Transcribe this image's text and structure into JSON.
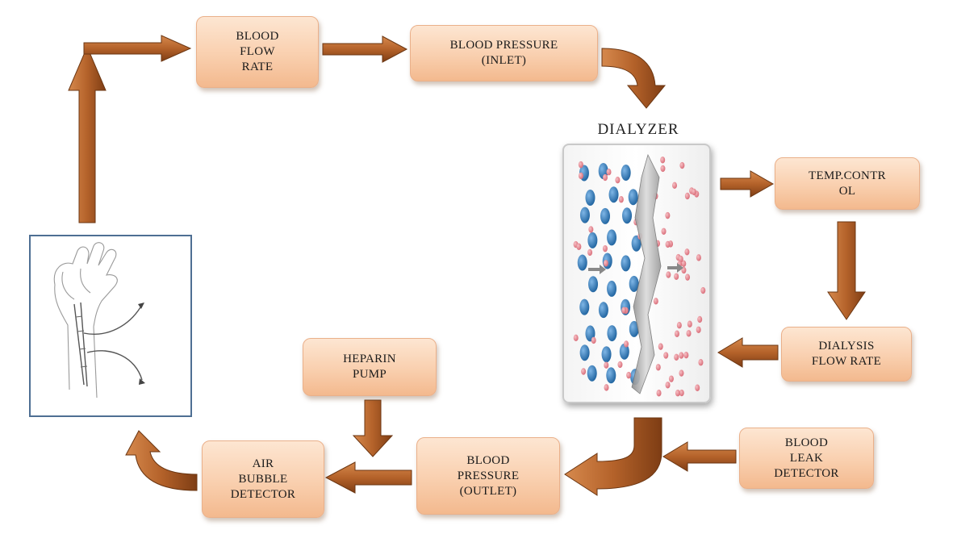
{
  "diagram": {
    "dialyzer_title": "DIALYZER",
    "nodes": {
      "blood_flow_rate": "BLOOD\nFLOW\nRATE",
      "blood_pressure_inlet": "BLOOD PRESSURE\n(INLET)",
      "temp_control": "TEMP.CONTR\nOL",
      "dialysis_flow_rate": "DIALYSIS\nFLOW RATE",
      "blood_leak_detector": "BLOOD\nLEAK\nDETECTOR",
      "blood_pressure_outlet": "BLOOD\nPRESSURE\n(OUTLET)",
      "heparin_pump": "HEPARIN\nPUMP",
      "air_bubble_detector": "AIR\nBUBBLE\nDETECTOR"
    },
    "colors": {
      "box_fill": "#f9cfae",
      "arrow_fill": "#b4622a",
      "blue_particle": "#2b78b8",
      "red_particle": "#e58a93"
    }
  }
}
